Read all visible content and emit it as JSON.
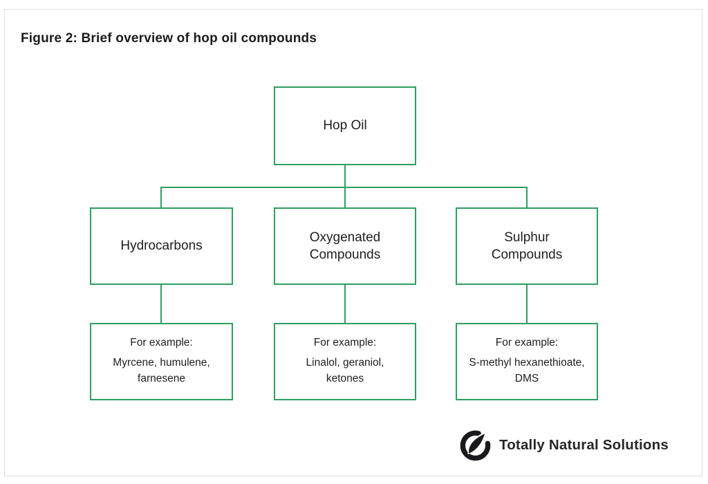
{
  "figure": {
    "title": "Figure 2: Brief overview of hop oil compounds"
  },
  "tree": {
    "root": {
      "label": "Hop Oil"
    },
    "branches": [
      {
        "label": "Hydrocarbons",
        "example": {
          "intro": "For example:",
          "line1": "Myrcene, humulene,",
          "line2": "farnesene"
        }
      },
      {
        "label": "Oxygenated",
        "label2": "Compounds",
        "example": {
          "intro": "For example:",
          "line1": "Linalol, geraniol,",
          "line2": "ketones"
        }
      },
      {
        "label": "Sulphur",
        "label2": "Compounds",
        "example": {
          "intro": "For example:",
          "line1": "S-methyl hexanethioate,",
          "line2": "DMS"
        }
      }
    ]
  },
  "branding": {
    "name": "Totally Natural Solutions",
    "icon": "hop-leaf-icon"
  },
  "colors": {
    "accent_green": "#2d9f5f",
    "text": "#1d1d1d",
    "page_border": "#dcdcdc",
    "logo_black": "#1a1a1e"
  }
}
